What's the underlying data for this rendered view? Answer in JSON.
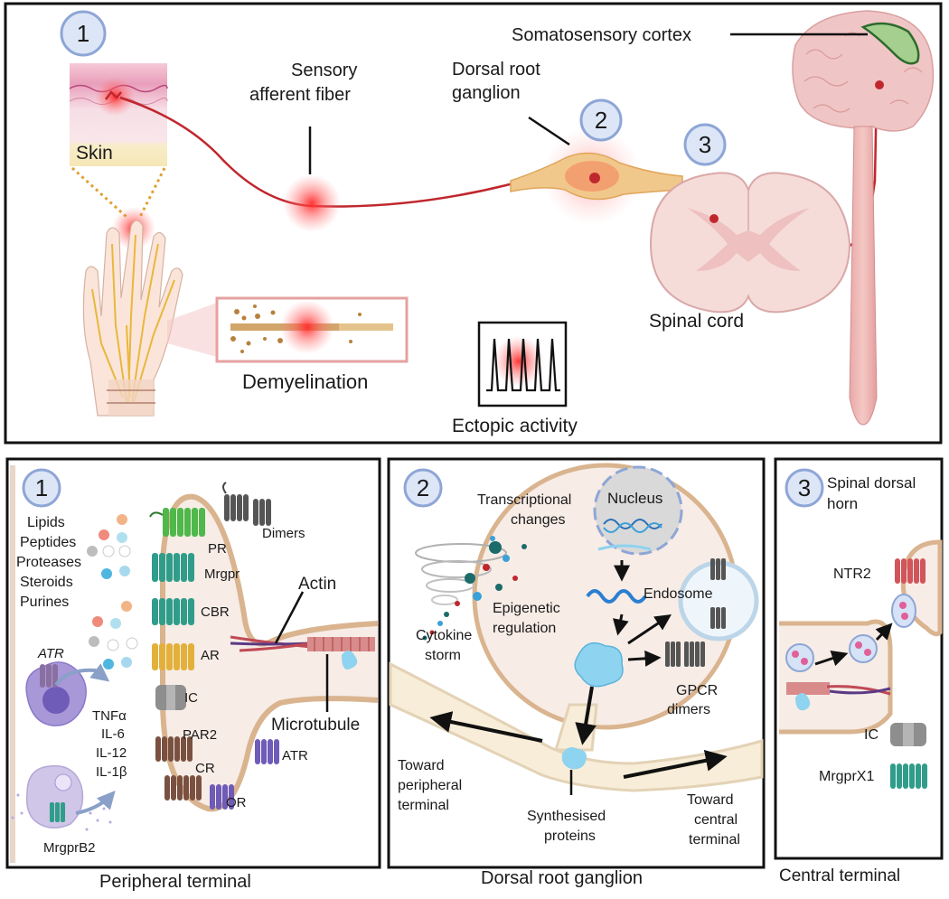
{
  "top": {
    "badge1": "1",
    "badge2": "2",
    "badge3": "3",
    "skin": "Skin",
    "sensory_line1": "Sensory",
    "sensory_line2": "afferent fiber",
    "drg_line1": "Dorsal root",
    "drg_line2": "ganglion",
    "cortex": "Somatosensory cortex",
    "spinal_cord": "Spinal cord",
    "demyelination": "Demyelination",
    "ectopic": "Ectopic activity"
  },
  "peripheral": {
    "badge": "1",
    "ligands": [
      "Lipids",
      "Peptides",
      "Proteases",
      "Steroids",
      "Purines"
    ],
    "atr_cell": "ATR",
    "cytokines": [
      "TNFα",
      "IL-6",
      "IL-12",
      "IL-1β"
    ],
    "mrgprb2": "MrgprB2",
    "receptors": [
      "PR",
      "Mrgpr",
      "CBR",
      "AR",
      "IC",
      "PAR2",
      "CR",
      "OR",
      "ATR"
    ],
    "dimers": "Dimers",
    "actin": "Actin",
    "microtubule": "Microtubule",
    "title": "Peripheral terminal"
  },
  "drg": {
    "badge": "2",
    "transcriptional_1": "Transcriptional",
    "transcriptional_2": "changes",
    "nucleus": "Nucleus",
    "epigenetic_1": "Epigenetic",
    "epigenetic_2": "regulation",
    "cytokine_1": "Cytokine",
    "cytokine_2": "storm",
    "endosome": "Endosome",
    "gpcr_1": "GPCR",
    "gpcr_2": "dimers",
    "toward_peripheral_1": "Toward",
    "toward_peripheral_2": "peripheral",
    "toward_peripheral_3": "terminal",
    "synth_1": "Synthesised",
    "synth_2": "proteins",
    "toward_central_1": "Toward",
    "toward_central_2": "central",
    "toward_central_3": "terminal",
    "title": "Dorsal root ganglion"
  },
  "central": {
    "badge": "3",
    "horn_1": "Spinal dorsal",
    "horn_2": "horn",
    "ntr2": "NTR2",
    "ic": "IC",
    "mrgprx1": "MrgprX1",
    "title": "Central terminal"
  },
  "colors": {
    "fiber": "#c0272d",
    "badge_fill": "#dde6f7",
    "badge_stroke": "#8ea6d6",
    "membrane": "#d9b48f",
    "cell_fill": "#f7ece6",
    "green_receptor": "#4fb84a",
    "teal_receptor": "#2f9d8a",
    "yellow_receptor": "#e3b13b",
    "gray_receptor": "#8e8e8e",
    "brown_receptor": "#7a5140",
    "purple_receptor": "#6f5bb8",
    "red_receptor": "#d1555a"
  }
}
